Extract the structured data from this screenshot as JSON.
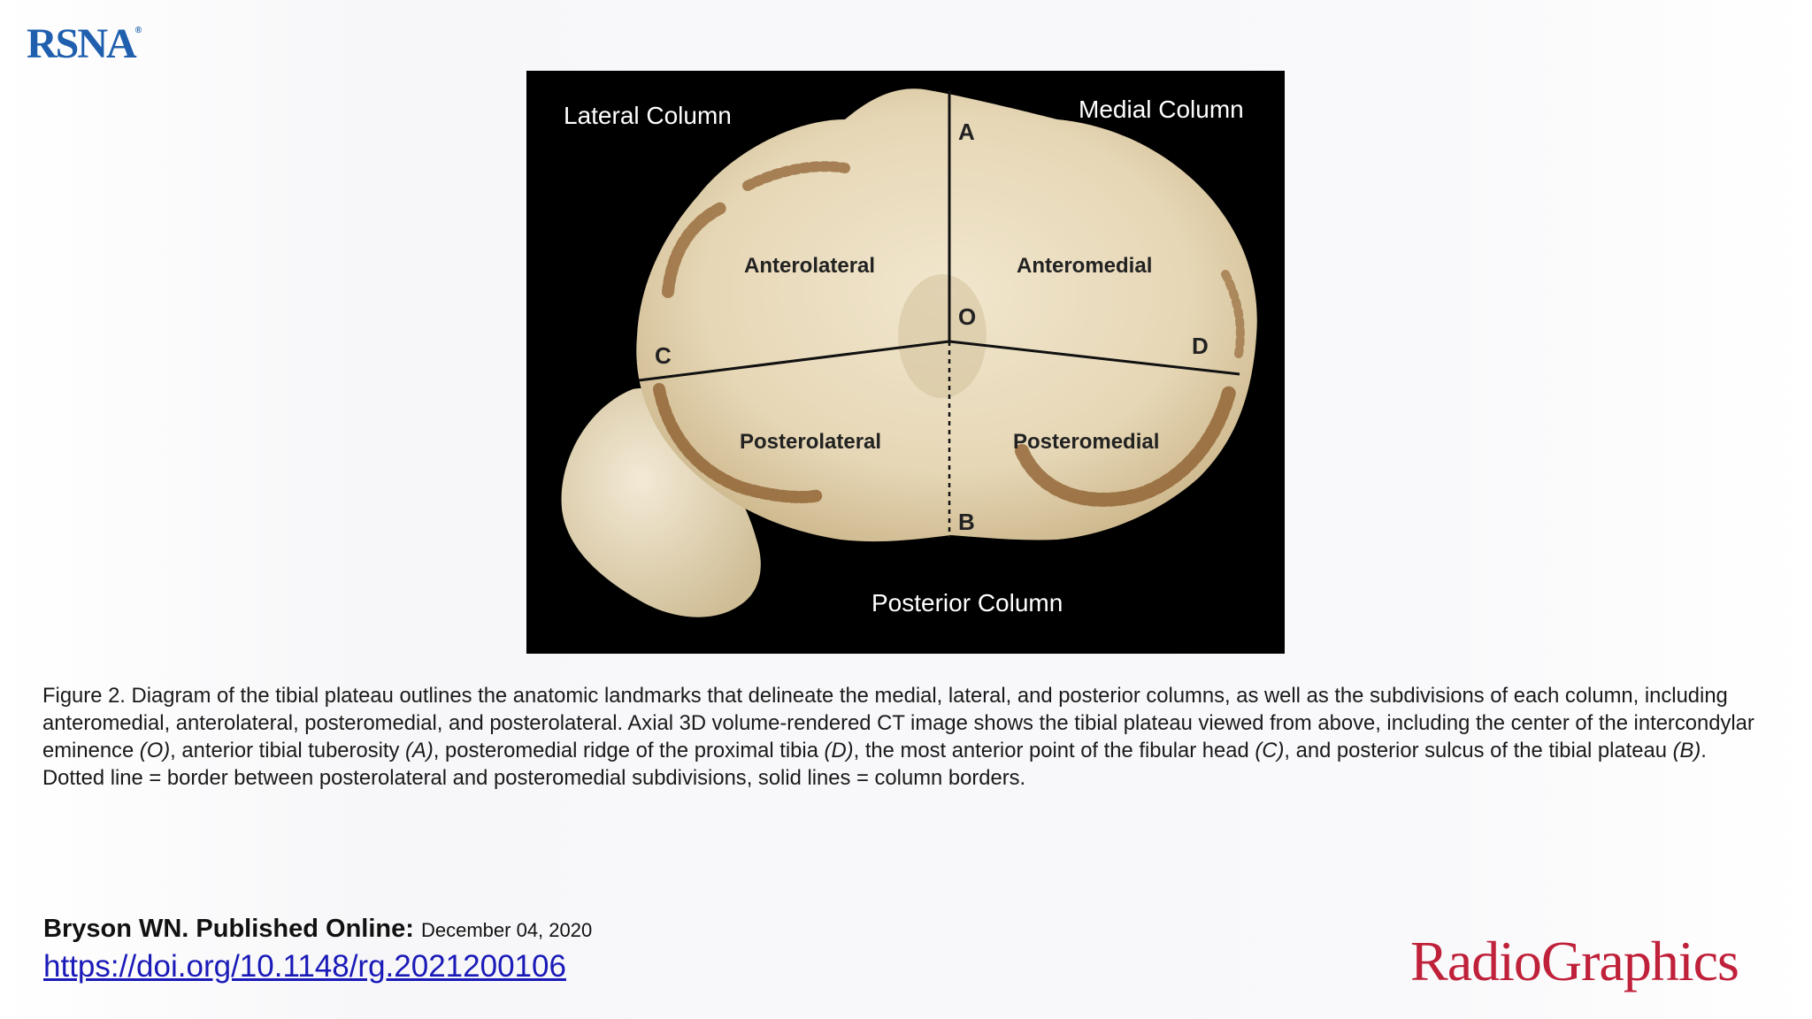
{
  "header": {
    "logo_text": "RSNA",
    "logo_mark": "®"
  },
  "figure": {
    "labels": {
      "lateral_column": "Lateral Column",
      "medial_column": "Medial Column",
      "posterior_column": "Posterior Column",
      "anterolateral": "Anterolateral",
      "anteromedial": "Anteromedial",
      "posterolateral": "Posterolateral",
      "posteromedial": "Posteromedial",
      "point_a": "A",
      "point_o": "O",
      "point_c": "C",
      "point_d": "D",
      "point_b": "B"
    }
  },
  "caption": {
    "p1": "Figure 2. Diagram of the tibial plateau outlines the anatomic landmarks that delineate the medial, lateral, and posterior columns, as well as the subdivisions of each column, including anteromedial, anterolateral, posteromedial, and posterolateral. Axial 3D volume-rendered CT image shows the tibial plateau viewed from above, including the center of the intercondylar eminence ",
    "o": "(O)",
    "p2": ", anterior tibial tuberosity ",
    "a": "(A)",
    "p3": ", posteromedial ridge of the proximal tibia ",
    "d": "(D)",
    "p4": ", the most anterior point of the fibular head ",
    "c": "(C)",
    "p5": ", and posterior sulcus of the tibial plateau ",
    "b": "(B)",
    "p6": ". Dotted line = border between posterolateral and posteromedial subdivisions, solid lines = column borders."
  },
  "citation": {
    "label": "Bryson WN. Published Online: ",
    "date": "December 04, 2020",
    "doi": "https://doi.org/10.1148/rg.2021200106"
  },
  "footer": {
    "journal_logo": "RadioGraphics"
  },
  "colors": {
    "rsna_blue": "#1f5fae",
    "radiographics_red": "#c0213a",
    "link_blue": "#1a1ab8",
    "bone": "#e9dcc0",
    "figure_background": "#000000"
  }
}
